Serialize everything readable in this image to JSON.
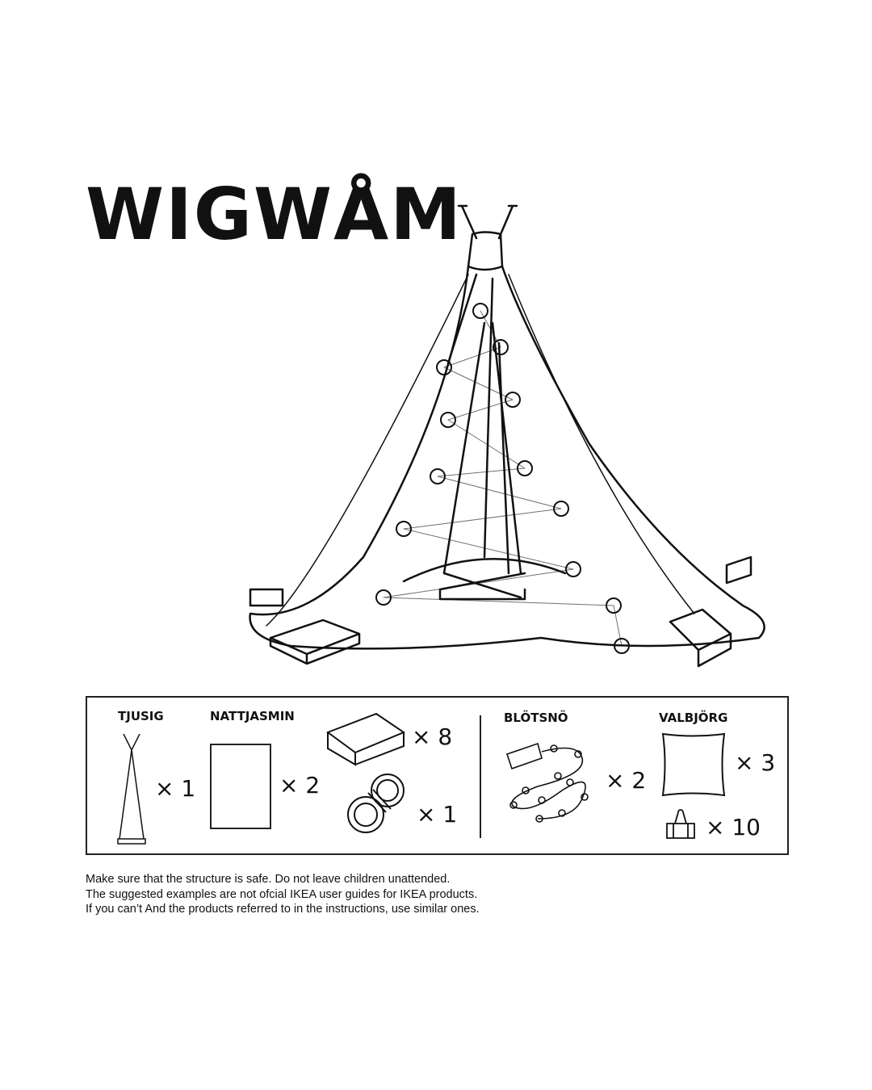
{
  "title": "WIGWÅM",
  "parts": [
    {
      "name": "TJUSIG",
      "qty": "× 1",
      "icon": "coat-rack-icon"
    },
    {
      "name": "NATTJASMIN",
      "qty": "× 2",
      "icon": "sheet-icon"
    },
    {
      "name": "",
      "qty": "× 8",
      "icon": "book-icon"
    },
    {
      "name": "",
      "qty": "× 1",
      "icon": "rope-icon"
    },
    {
      "name": "BLÖTSNÖ",
      "qty": "× 2",
      "icon": "string-lights-icon"
    },
    {
      "name": "VALBJÖRG",
      "qty": "× 3",
      "icon": "pillow-icon"
    },
    {
      "name": "",
      "qty": "× 10",
      "icon": "binder-clip-icon"
    }
  ],
  "notes": [
    "Make sure that the structure is safe.  Do not leave children unattended.",
    "The suggested examples are not ofcial IKEA user guides for IKEA products.",
    "If you can’t And the products referred to in the instructions, use similar ones."
  ]
}
